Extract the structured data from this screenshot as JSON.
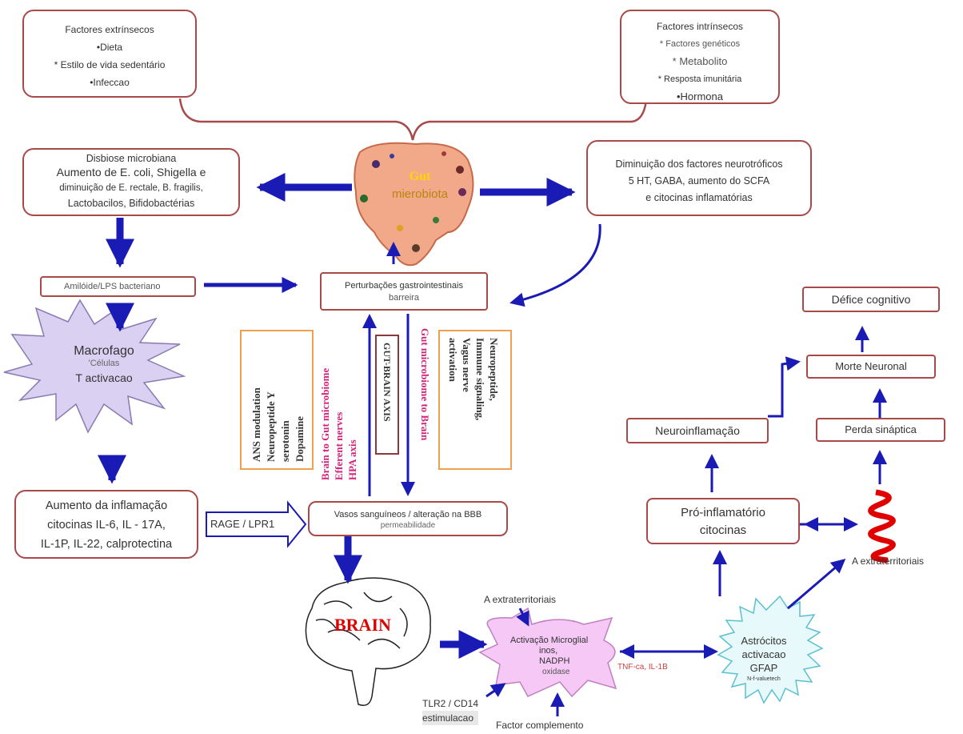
{
  "extrinsic": {
    "title": "Factores extrínsecos",
    "items": [
      "•Dieta",
      "* Estilo de vida sedentário",
      "•Infeccao"
    ]
  },
  "intrinsic": {
    "title": "Factores intrínsecos",
    "items": [
      "* Factores genéticos",
      "* Metabolito",
      "* Resposta imunitária",
      "•Hormona"
    ]
  },
  "gut": {
    "line1": "Gut",
    "line2": "mierobiota"
  },
  "dysbiosis": {
    "lines": [
      "Disbiose microbiana",
      "Aumento de E. coli, Shigella e",
      "diminuição de E. rectale, B. fragilis,",
      "Lactobacilos, Bifidobactérias"
    ]
  },
  "neurotrophic": {
    "lines": [
      "Diminuição dos factores neurotróficos",
      "5 HT, GABA, aumento do SCFA",
      "e citocinas inflamatórias"
    ]
  },
  "amyloid": "Amilóide/LPS bacteriano",
  "gi": {
    "line1": "Perturbações gastrointestinais",
    "line2": "barreira"
  },
  "macrophage": {
    "line1": "Macrofago",
    "line2": "'Células",
    "line3": "T activacao"
  },
  "inflammation": {
    "lines": [
      "Aumento da inflamação",
      "citocinas IL-6, IL - 17A,",
      "IL-1P, IL-22, calprotectina"
    ]
  },
  "rage": "RAGE / LPR1",
  "vessels": {
    "line1": "Vasos sanguíneos / alteração na BBB",
    "line2": "permeabilidade"
  },
  "ans": [
    "ANS modulation",
    "Neuropeptide Y",
    "serotonin",
    "Dopamine"
  ],
  "b2g": [
    "Brain to Gut microbiome",
    "Efferent nerves",
    "HPA axis"
  ],
  "axis": "GUT-BRAIN AXIS",
  "g2b": "Gut microbiome to Brain",
  "neuro": [
    "Neuropeptide,",
    "Immune signaling,",
    "Vagus nerve",
    "activation"
  ],
  "brain": "BRAIN",
  "microglia": {
    "line1": "Activação Microglial",
    "line2": "inos,",
    "line3": "NADPH",
    "line4": "oxidase"
  },
  "a_extra_1": "A extraterritoriais",
  "a_extra_2": "A extraterritoriais",
  "tlr": {
    "line1": "TLR2 / CD14",
    "line2": "estimulacao"
  },
  "complement": "Factor complemento",
  "tnf": "TNF-ca, IL-1B",
  "astro": {
    "line1": "Astrócitos",
    "line2": "activacao",
    "line3": "GFAP",
    "line4": "N-f-valuetech"
  },
  "proinflam": {
    "line1": "Pró-inflamatório",
    "line2": "citocinas"
  },
  "neuroinflam": "Neuroinflamação",
  "synaptic": "Perda sináptica",
  "death": "Morte Neuronal",
  "deficit": "Défice cognitivo",
  "colors": {
    "arrow": "#1a1ab4",
    "border": "#a84a4a",
    "orange": "#f0a050",
    "magenta": "#d4237a",
    "burst_fill": "#d9d0f2",
    "cyan_fill": "#e8f9fb",
    "pink_fill": "#f5c8f5",
    "red": "#e00000"
  }
}
